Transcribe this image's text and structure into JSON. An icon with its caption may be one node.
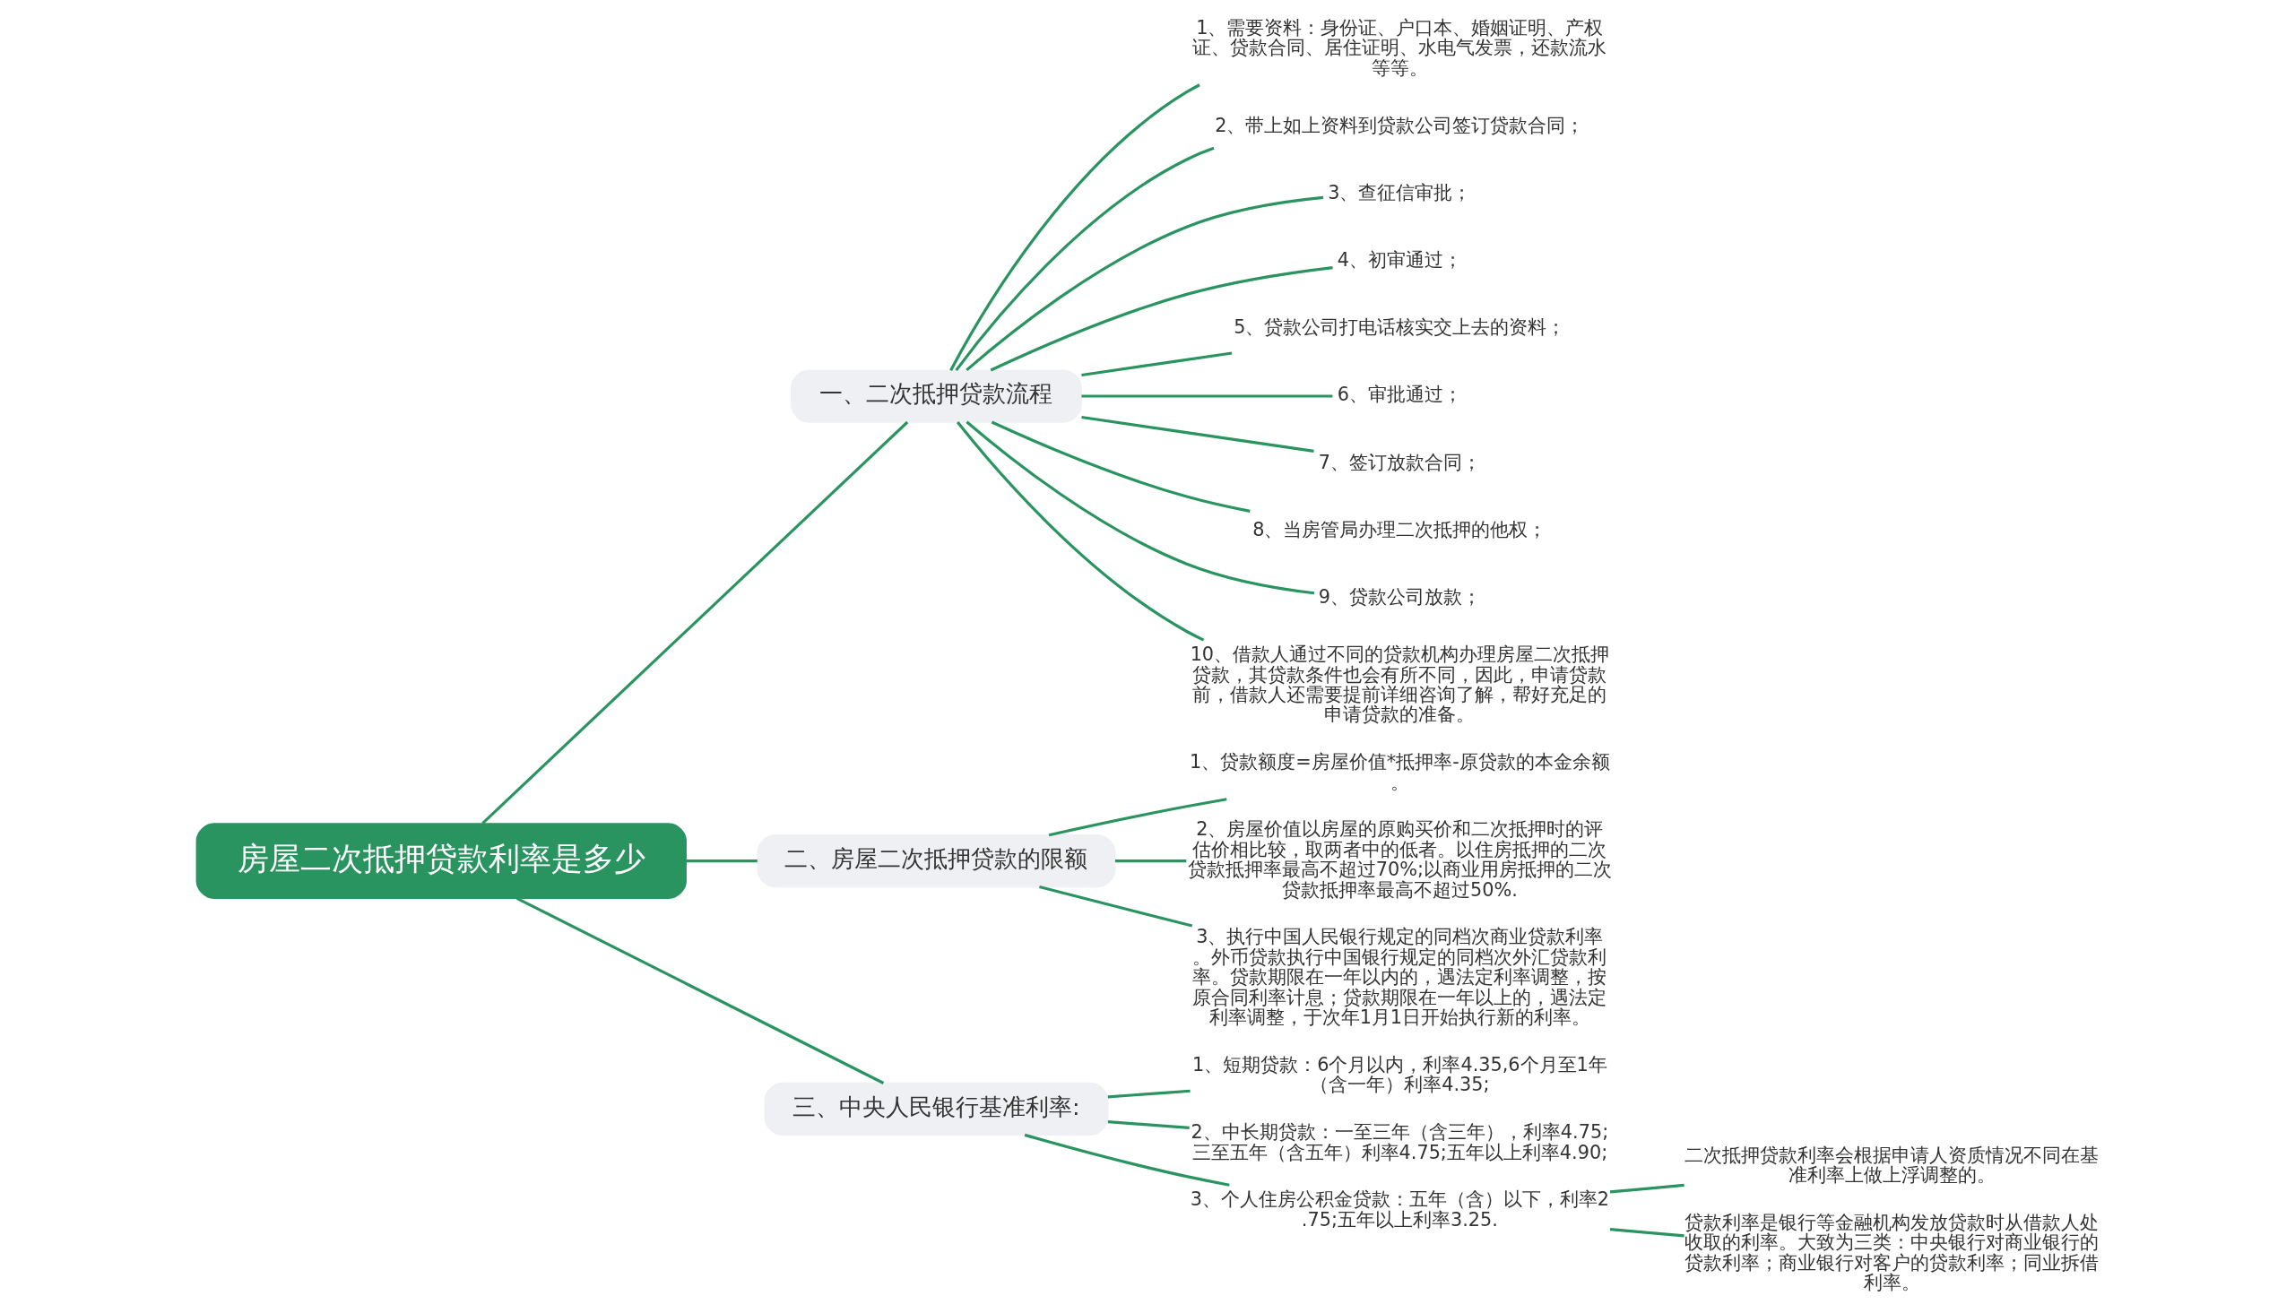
{
  "diagram": {
    "nodes": [
      {
        "text": [
          "房屋二次抵押贷款利率是多少"
        ]
      },
      {
        "text": [
          "一、二次抵押贷款流程"
        ]
      },
      {
        "text": [
          "1、需要资料：身份证、户口本、婚姻证明、产权证、贷款合同、居住证明、水电气发票，还款流水等等。"
        ]
      },
      {
        "text": [
          "2、带上如上资料到贷款公司签订贷款合同；"
        ]
      },
      {
        "text": [
          "3、查征信审批；"
        ]
      },
      {
        "text": [
          "4、初审通过；"
        ]
      },
      {
        "text": [
          "5、贷款公司打电话核实交上去的资料；"
        ]
      },
      {
        "text": [
          "6、审批通过；"
        ]
      },
      {
        "text": [
          "7、签订放款合同；"
        ]
      },
      {
        "text": [
          "8、当房管局办理二次抵押的他权；"
        ]
      },
      {
        "text": [
          "9、贷款公司放款；"
        ]
      },
      {
        "text": [
          "10、借款人通过不同的贷款机构办理房屋二次抵押贷款，其贷款条件也会有所不同，因此，申请贷款前，借款人还需要提前详细咨询了解，帮好充足的申请贷款的准备。"
        ]
      },
      {
        "text": [
          "二、房屋二次抵押贷款的限额"
        ]
      },
      {
        "text": [
          "1、贷款额度=房屋价值*抵押率-原贷款的本金余额。"
        ]
      },
      {
        "text": [
          "2、房屋价值以房屋的原购买价和二次抵押时的评估价相比较，取两者中的低者。以住房抵押的二次贷款抵押率最高不超过70%;以商业用房抵押的二次贷款抵押率最高不超过50%."
        ]
      },
      {
        "text": [
          "3、执行中国人民银行规定的同档次商业贷款利率。外币贷款执行中国银行规定的同档次外汇贷款利率。贷款期限在一年以内的，遇法定利率调整，按原合同利率计息；贷款期限在一年以上的，遇法定利率调整，于次年1月1日开始执行新的利率。"
        ]
      },
      {
        "text": [
          "三、中央人民银行基准利率:"
        ]
      },
      {
        "text": [
          "1、短期贷款：6个月以内，利率4.35,6个月至1年（含一年）利率4.35;"
        ]
      },
      {
        "text": [
          "2、中长期贷款：一至三年（含三年），利率4.75;三至五年（含五年）利率4.75;五年以上利率4.90;"
        ]
      },
      {
        "text": [
          "3、个人住房公积金贷款：五年（含）以下，利率2.75;五年以上利率3.25."
        ]
      },
      {
        "text": [
          "二次抵押贷款利率会根据申请人资质情况不同在基准利率上做上浮调整的。"
        ]
      },
      {
        "text": [
          "贷款利率是银行等金融机构发放贷款时从借款人处收取的利率。大致为三类：中央银行对商业银行的贷款利率；商业银行对客户的贷款利率；同业拆借利率。"
        ]
      }
    ],
    "edges": [
      {
        "from": 0,
        "to": 1,
        "arrow": "none"
      },
      {
        "from": 1,
        "to": 2,
        "arrow": "none"
      },
      {
        "from": 1,
        "to": 3,
        "arrow": "none"
      },
      {
        "from": 1,
        "to": 4,
        "arrow": "none"
      },
      {
        "from": 1,
        "to": 5,
        "arrow": "none"
      },
      {
        "from": 1,
        "to": 6,
        "arrow": "none"
      },
      {
        "from": 1,
        "to": 7,
        "arrow": "none"
      },
      {
        "from": 1,
        "to": 8,
        "arrow": "none"
      },
      {
        "from": 1,
        "to": 9,
        "arrow": "none"
      },
      {
        "from": 1,
        "to": 10,
        "arrow": "none"
      },
      {
        "from": 1,
        "to": 11,
        "arrow": "none"
      },
      {
        "from": 0,
        "to": 12,
        "arrow": "none"
      },
      {
        "from": 12,
        "to": 13,
        "arrow": "none"
      },
      {
        "from": 12,
        "to": 14,
        "arrow": "none"
      },
      {
        "from": 12,
        "to": 15,
        "arrow": "none"
      },
      {
        "from": 0,
        "to": 16,
        "arrow": "none"
      },
      {
        "from": 16,
        "to": 17,
        "arrow": "none"
      },
      {
        "from": 16,
        "to": 18,
        "arrow": "none"
      },
      {
        "from": 16,
        "to": 19,
        "arrow": "none"
      },
      {
        "from": 19,
        "to": 20,
        "arrow": "none"
      },
      {
        "from": 19,
        "to": 21,
        "arrow": "none"
      }
    ]
  }
}
